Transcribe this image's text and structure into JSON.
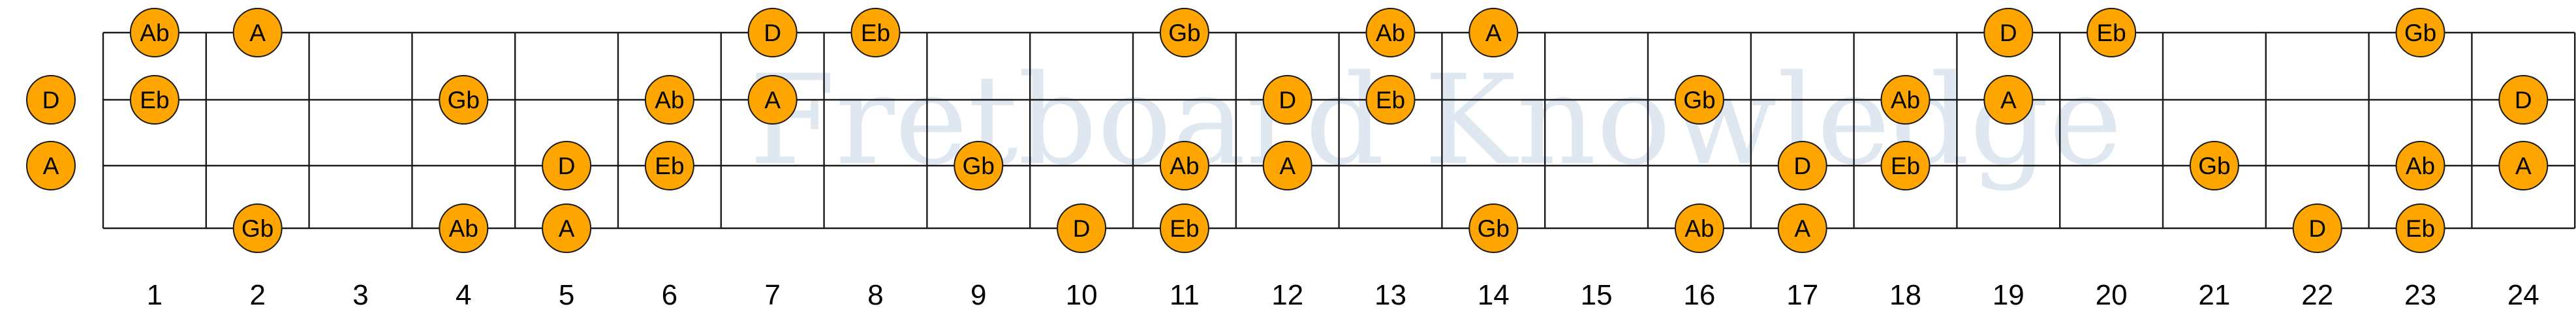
{
  "watermark": "Fretboard Knowledge",
  "colors": {
    "note_fill": "#FFA500",
    "note_stroke": "#1a1a1a",
    "line": "#1a1a1a",
    "text": "#000000",
    "watermark": "#dfe8f0",
    "background": "#ffffff"
  },
  "fretboard": {
    "strings": 4,
    "frets": 24,
    "fret_numbers": [
      "1",
      "2",
      "3",
      "4",
      "5",
      "6",
      "7",
      "8",
      "9",
      "10",
      "11",
      "12",
      "13",
      "14",
      "15",
      "16",
      "17",
      "18",
      "19",
      "20",
      "21",
      "22",
      "23",
      "24"
    ]
  },
  "notes": [
    {
      "string": 1,
      "fret": 0,
      "label": "D"
    },
    {
      "string": 2,
      "fret": 0,
      "label": "A"
    },
    {
      "string": 0,
      "fret": 1,
      "label": "Ab"
    },
    {
      "string": 1,
      "fret": 1,
      "label": "Eb"
    },
    {
      "string": 0,
      "fret": 2,
      "label": "A"
    },
    {
      "string": 3,
      "fret": 2,
      "label": "Gb"
    },
    {
      "string": 1,
      "fret": 4,
      "label": "Gb"
    },
    {
      "string": 3,
      "fret": 4,
      "label": "Ab"
    },
    {
      "string": 2,
      "fret": 5,
      "label": "D"
    },
    {
      "string": 3,
      "fret": 5,
      "label": "A"
    },
    {
      "string": 1,
      "fret": 6,
      "label": "Ab"
    },
    {
      "string": 2,
      "fret": 6,
      "label": "Eb"
    },
    {
      "string": 0,
      "fret": 7,
      "label": "D"
    },
    {
      "string": 1,
      "fret": 7,
      "label": "A"
    },
    {
      "string": 0,
      "fret": 8,
      "label": "Eb"
    },
    {
      "string": 2,
      "fret": 9,
      "label": "Gb"
    },
    {
      "string": 3,
      "fret": 10,
      "label": "D"
    },
    {
      "string": 0,
      "fret": 11,
      "label": "Gb"
    },
    {
      "string": 2,
      "fret": 11,
      "label": "Ab"
    },
    {
      "string": 3,
      "fret": 11,
      "label": "Eb"
    },
    {
      "string": 1,
      "fret": 12,
      "label": "D"
    },
    {
      "string": 2,
      "fret": 12,
      "label": "A"
    },
    {
      "string": 0,
      "fret": 13,
      "label": "Ab"
    },
    {
      "string": 1,
      "fret": 13,
      "label": "Eb"
    },
    {
      "string": 0,
      "fret": 14,
      "label": "A"
    },
    {
      "string": 3,
      "fret": 14,
      "label": "Gb"
    },
    {
      "string": 1,
      "fret": 16,
      "label": "Gb"
    },
    {
      "string": 3,
      "fret": 16,
      "label": "Ab"
    },
    {
      "string": 2,
      "fret": 17,
      "label": "D"
    },
    {
      "string": 3,
      "fret": 17,
      "label": "A"
    },
    {
      "string": 1,
      "fret": 18,
      "label": "Ab"
    },
    {
      "string": 2,
      "fret": 18,
      "label": "Eb"
    },
    {
      "string": 0,
      "fret": 19,
      "label": "D"
    },
    {
      "string": 1,
      "fret": 19,
      "label": "A"
    },
    {
      "string": 0,
      "fret": 20,
      "label": "Eb"
    },
    {
      "string": 2,
      "fret": 21,
      "label": "Gb"
    },
    {
      "string": 3,
      "fret": 22,
      "label": "D"
    },
    {
      "string": 0,
      "fret": 23,
      "label": "Gb"
    },
    {
      "string": 2,
      "fret": 23,
      "label": "Ab"
    },
    {
      "string": 3,
      "fret": 23,
      "label": "Eb"
    },
    {
      "string": 1,
      "fret": 24,
      "label": "D"
    },
    {
      "string": 2,
      "fret": 24,
      "label": "A"
    }
  ]
}
